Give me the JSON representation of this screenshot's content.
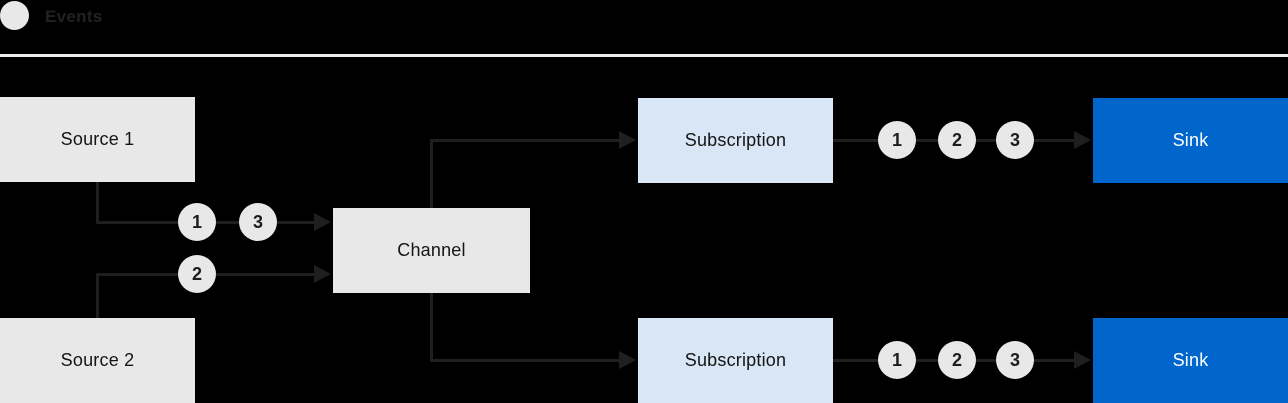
{
  "legend": {
    "label": "Events"
  },
  "colors": {
    "background": "#000000",
    "box_gray": "#e8e8e8",
    "box_light_blue": "#d8e6f5",
    "box_blue": "#0066cc",
    "line": "#1f1f1f",
    "text_dark": "#151515",
    "text_light": "#ffffff",
    "rule": "#ededed"
  },
  "nodes": {
    "source1": {
      "label": "Source 1"
    },
    "source2": {
      "label": "Source 2"
    },
    "channel": {
      "label": "Channel"
    },
    "subscription1": {
      "label": "Subscription"
    },
    "subscription2": {
      "label": "Subscription"
    },
    "sink1": {
      "label": "Sink"
    },
    "sink2": {
      "label": "Sink"
    }
  },
  "events": {
    "source1_to_channel": [
      "1",
      "3"
    ],
    "source2_to_channel": [
      "2"
    ],
    "subscription1_to_sink": [
      "1",
      "2",
      "3"
    ],
    "subscription2_to_sink": [
      "1",
      "2",
      "3"
    ]
  }
}
